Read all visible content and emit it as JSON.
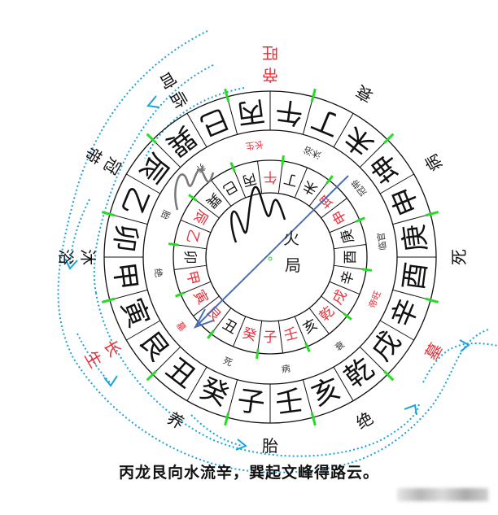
{
  "center": {
    "line1": "火",
    "line2": "局"
  },
  "outer_ring": [
    "午",
    "丁",
    "未",
    "坤",
    "申",
    "庚",
    "酉",
    "辛",
    "戌",
    "乾",
    "亥",
    "壬",
    "子",
    "癸",
    "丑",
    "艮",
    "寅",
    "甲",
    "卯",
    "乙",
    "辰",
    "巽",
    "巳",
    "丙"
  ],
  "middle_ring": [
    {
      "t": "午",
      "red": true
    },
    {
      "t": "丁",
      "red": false
    },
    {
      "t": "未",
      "red": false
    },
    {
      "t": "坤",
      "red": true
    },
    {
      "t": "申",
      "red": true
    },
    {
      "t": "庚",
      "red": false
    },
    {
      "t": "酉",
      "red": false
    },
    {
      "t": "辛",
      "red": false
    },
    {
      "t": "戌",
      "red": true
    },
    {
      "t": "乾",
      "red": true
    },
    {
      "t": "亥",
      "red": false
    },
    {
      "t": "壬",
      "red": true
    },
    {
      "t": "子",
      "red": true
    },
    {
      "t": "癸",
      "red": true
    },
    {
      "t": "丑",
      "red": false
    },
    {
      "t": "艮",
      "red": true
    },
    {
      "t": "寅",
      "red": true
    },
    {
      "t": "甲",
      "red": true
    },
    {
      "t": "卯",
      "red": false
    },
    {
      "t": "乙",
      "red": true
    },
    {
      "t": "辰",
      "red": true
    },
    {
      "t": "巽",
      "red": false
    },
    {
      "t": "巳",
      "red": false
    },
    {
      "t": "丙",
      "red": false
    }
  ],
  "outer_stages": [
    {
      "t": "帝旺",
      "red": true
    },
    {
      "t": "衰",
      "red": false
    },
    {
      "t": "病",
      "red": false
    },
    {
      "t": "死",
      "red": false
    },
    {
      "t": "墓",
      "red": true
    },
    {
      "t": "绝",
      "red": false
    },
    {
      "t": "胎",
      "red": false
    },
    {
      "t": "养",
      "red": false
    },
    {
      "t": "长生",
      "red": true
    },
    {
      "t": "沐浴",
      "red": false
    },
    {
      "t": "冠带",
      "red": false
    },
    {
      "t": "临官",
      "red": false
    }
  ],
  "inner_stages": [
    {
      "t": "长生",
      "red": true
    },
    {
      "t": "养",
      "red": false
    },
    {
      "t": "胎",
      "red": false
    },
    {
      "t": "绝",
      "red": false
    },
    {
      "t": "墓",
      "red": true
    },
    {
      "t": "死",
      "red": false
    },
    {
      "t": "病",
      "red": false
    },
    {
      "t": "衰",
      "red": false
    },
    {
      "t": "帝旺",
      "red": true
    },
    {
      "t": "临官",
      "red": false
    },
    {
      "t": "冠带",
      "red": false
    },
    {
      "t": "沐浴",
      "red": false
    }
  ],
  "caption": "丙龙艮向水流辛，巽起文峰得路云。",
  "colors": {
    "red": "#e8303a",
    "black": "#111111",
    "tick": "#22dd22",
    "water": "#1aa3d9",
    "axis": "#4a6fb5"
  }
}
